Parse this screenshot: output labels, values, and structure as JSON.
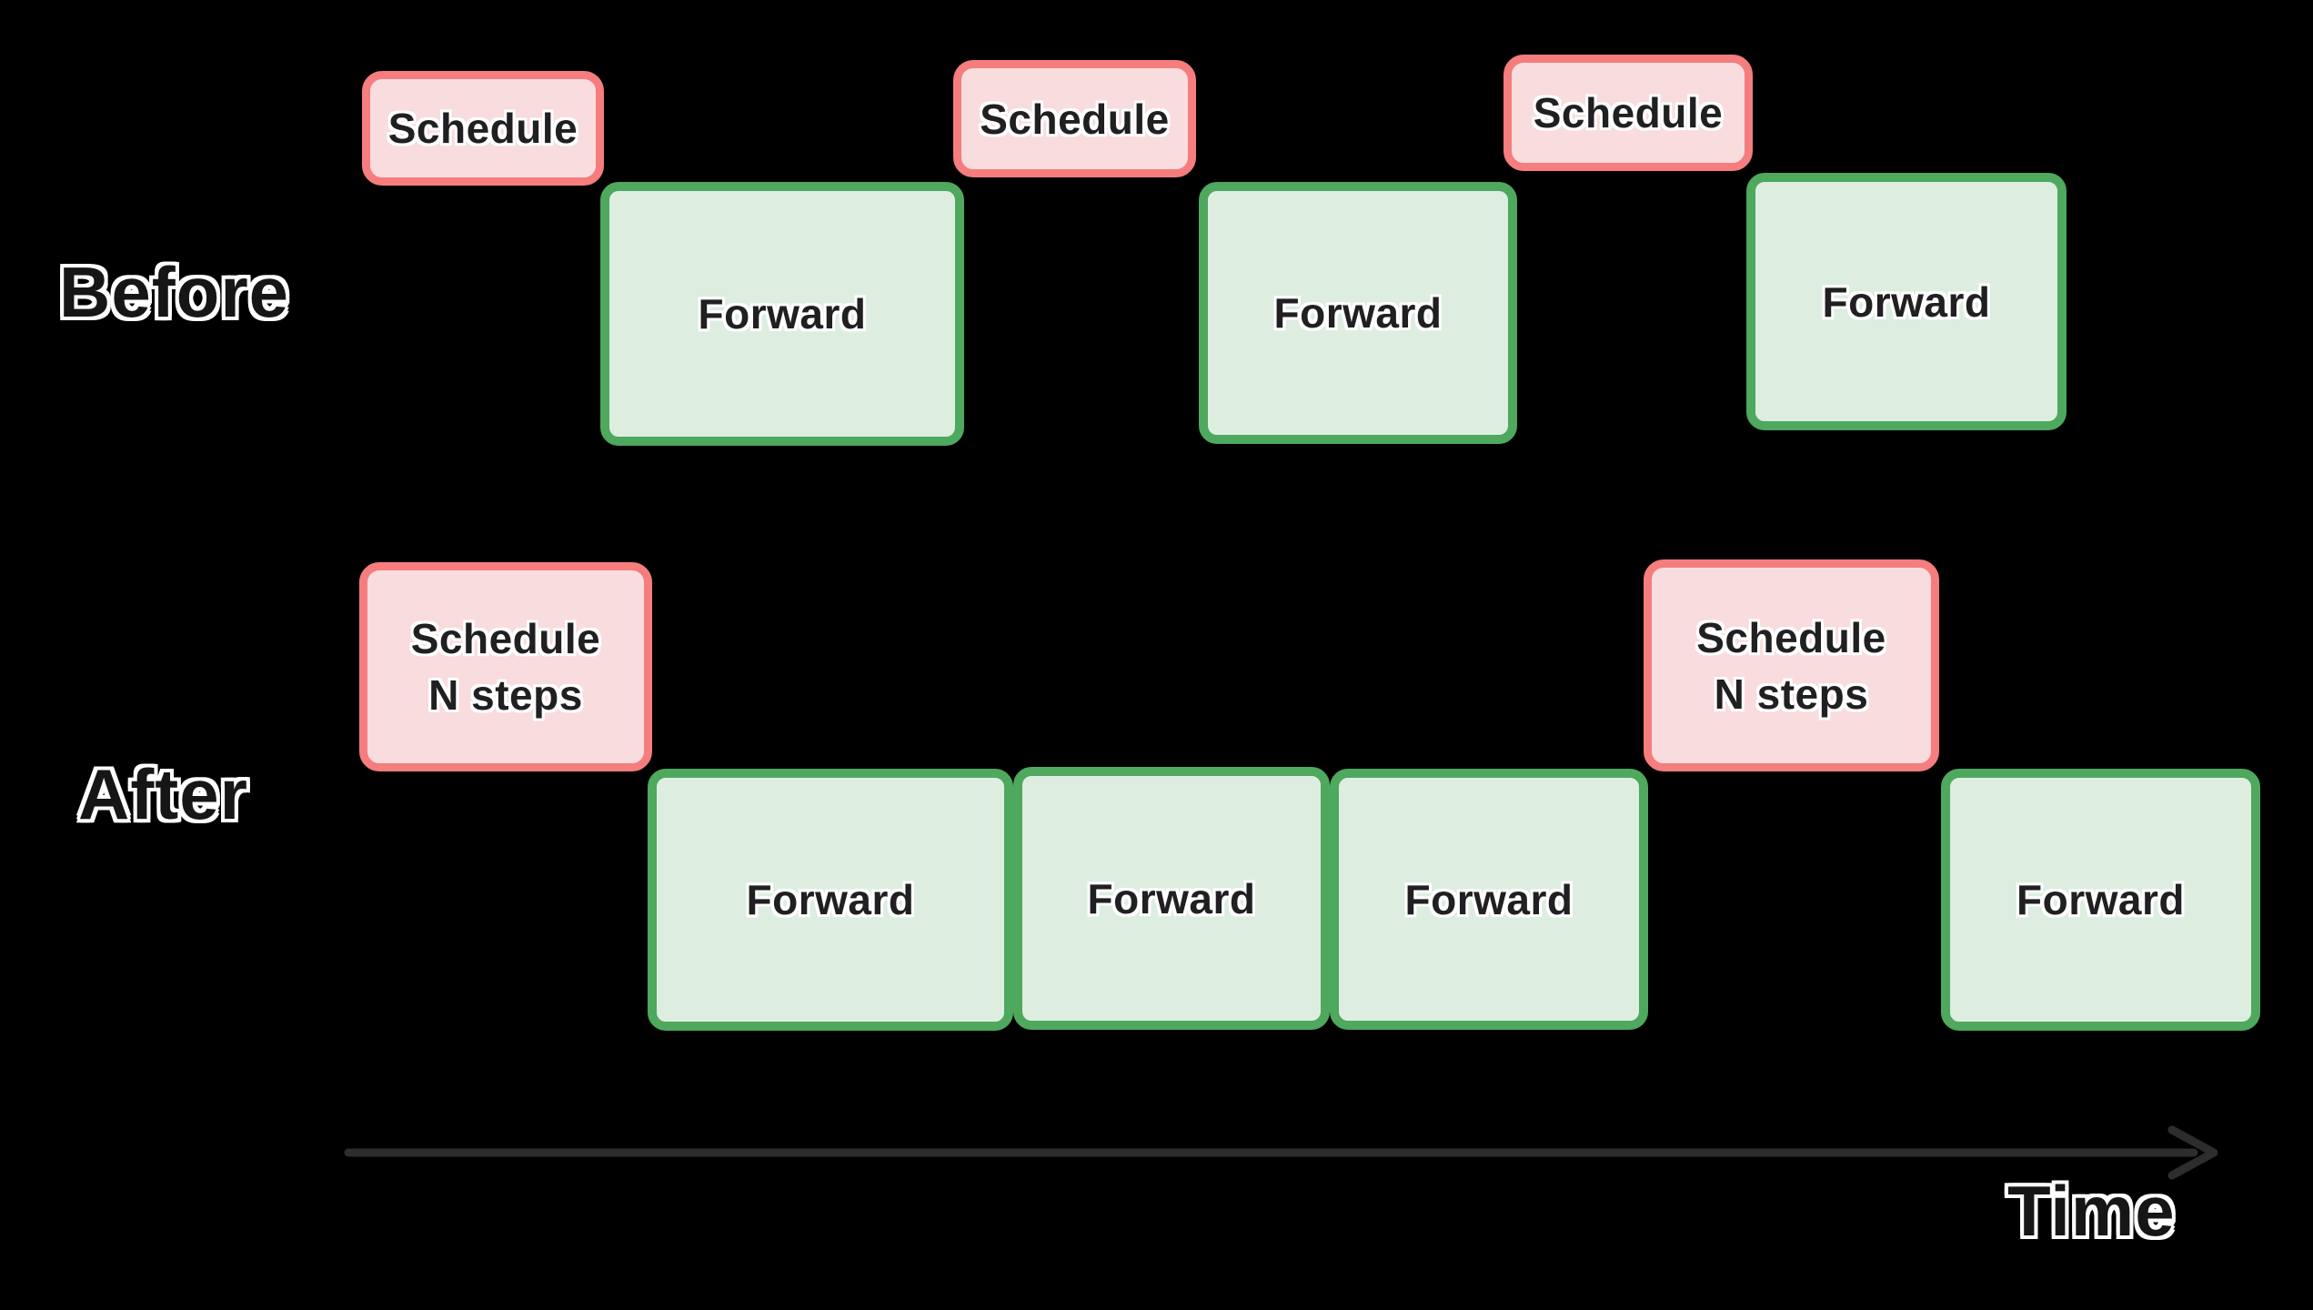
{
  "diagram": {
    "background": "#000000",
    "rows": [
      {
        "id": "before",
        "label": "Before",
        "blocks": [
          {
            "kind": "schedule",
            "lines": [
              "Schedule"
            ]
          },
          {
            "kind": "forward",
            "lines": [
              "Forward"
            ]
          },
          {
            "kind": "schedule",
            "lines": [
              "Schedule"
            ]
          },
          {
            "kind": "forward",
            "lines": [
              "Forward"
            ]
          },
          {
            "kind": "schedule",
            "lines": [
              "Schedule"
            ]
          },
          {
            "kind": "forward",
            "lines": [
              "Forward"
            ]
          }
        ]
      },
      {
        "id": "after",
        "label": "After",
        "blocks": [
          {
            "kind": "schedule",
            "lines": [
              "Schedule",
              "N steps"
            ]
          },
          {
            "kind": "forward",
            "lines": [
              "Forward"
            ]
          },
          {
            "kind": "forward",
            "lines": [
              "Forward"
            ]
          },
          {
            "kind": "forward",
            "lines": [
              "Forward"
            ]
          },
          {
            "kind": "schedule",
            "lines": [
              "Schedule",
              "N steps"
            ]
          },
          {
            "kind": "forward",
            "lines": [
              "Forward"
            ]
          }
        ]
      }
    ],
    "axis": {
      "label": "Time"
    },
    "colors": {
      "schedule_border": "#f57d7d",
      "schedule_fill": "#f8dcde",
      "forward_border": "#4ea85e",
      "forward_fill": "#ddeee1",
      "label_text": "#161616",
      "label_outline": "#ffffff",
      "arrow": "#2d2d2d",
      "background": "#000000"
    }
  }
}
